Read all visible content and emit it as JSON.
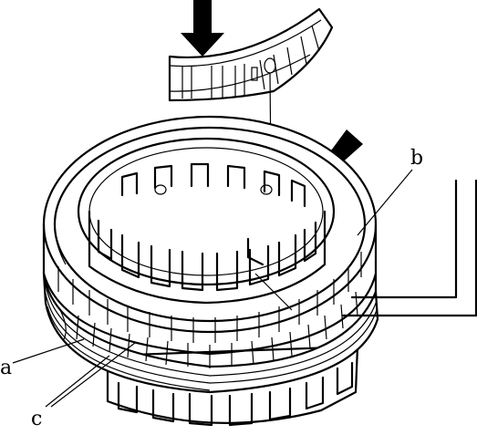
{
  "labels": {
    "a": "a",
    "b": "b",
    "c": "c"
  },
  "icons": {
    "arrow_top": "down-arrow-icon",
    "arrow_right": "diagonal-arrow-icon"
  },
  "colors": {
    "ink": "#000000",
    "paper": "#ffffff"
  }
}
